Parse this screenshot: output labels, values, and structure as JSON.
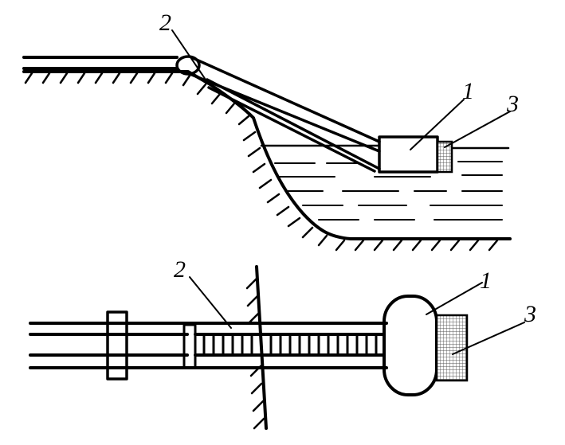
{
  "labels": {
    "top_pump": "1",
    "top_hose": "2",
    "top_filter": "3",
    "bottom_pump": "1",
    "bottom_hose": "2",
    "bottom_filter": "3"
  }
}
